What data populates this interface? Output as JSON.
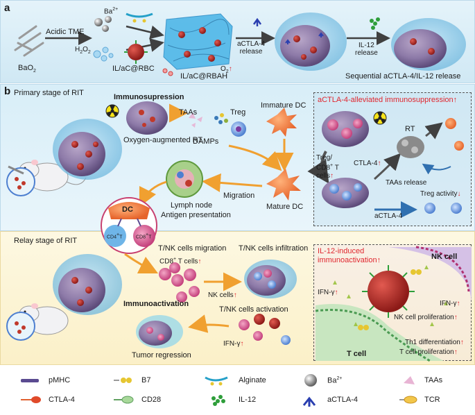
{
  "panel_a": {
    "label": "a",
    "bao2": "BaO",
    "bao2_sub": "2",
    "acidic_tme": "Acidic TME",
    "ba2": "Ba",
    "ba2_sup": "2+",
    "h2o2": "H",
    "h2o2_sub": "2",
    "h2o2_tail": "O",
    "h2o2_sub2": "2",
    "ilac_rbc": "IL/aC@RBC",
    "ilac_rbah": "IL/aC@RBAH",
    "o2": "O",
    "o2_sub": "2",
    "o2_arrow": "↑",
    "actla4_release_1": "aCTLA-4",
    "actla4_release_2": "release",
    "il12_release_1": "IL-12",
    "il12_release_2": "release",
    "sequential": "Sequential aCTLA-4/IL-12 release"
  },
  "panel_b": {
    "label": "b",
    "primary_stage": "Primary stage of RIT",
    "immunosupression": "Immunosupression",
    "taas": "TAAs",
    "treg": "Treg",
    "immature_dc": "Immature DC",
    "damps": "DAMPs",
    "oxygen_rt": "Oxygen-augmented RT",
    "migration": "Migration",
    "mature_dc": "Mature DC",
    "lymph_node": "Lymph node",
    "antigen_presentation": "Antigen presentation",
    "dc": "DC",
    "cd4t": "CD4",
    "cd8t": "CD8",
    "actla4_box_title": "aCTLA-4-alleviated immunosuppression",
    "actla4_box_arrow": "↑",
    "rt": "RT",
    "treg_cd8_1": "Treg/",
    "treg_cd8_2": "CD8",
    "treg_cd8_3": "T",
    "treg_cd8_4": "cells",
    "treg_cd8_arrow": "↑",
    "ctla4_label": "CTLA-4",
    "ctla4_arrow": "↑",
    "taas_release": "TAAs release",
    "treg_activity": "Treg activity",
    "treg_activity_arrow": "↓",
    "actla4_label": "aCTLA-4",
    "relay_stage": "Relay stage of RIT",
    "tnk_migration": "T/NK cells migration",
    "tnk_infiltration": "T/NK cells infiltration",
    "cd8_cells": "CD8",
    "cd8_cells_tail": " T cells",
    "cd8_cells_arrow": "↑",
    "nk_cells": "NK cells",
    "nk_cells_arrow": "↑",
    "immunoactivation": "Immunoactivation",
    "tnk_activation": "T/NK cells activation",
    "ifn_gamma": "IFN-γ",
    "ifn_gamma_arrow": "↑",
    "tumor_regression": "Tumor regression",
    "il12_box_title_1": "IL-12-induced",
    "il12_box_title_2": "immunoactivation",
    "il12_box_arrow": "↑",
    "nk_cell": "NK cell",
    "ifn_left": "IFN-γ",
    "ifn_left_arrow": "↑",
    "ifn_right": "IFN-γ",
    "ifn_right_arrow": "↑",
    "nk_proliferation": "NK cell proliferation",
    "nk_proliferation_arrow": "↑",
    "th1_diff": "Th1 differentiation",
    "th1_diff_arrow": "↑",
    "t_prolif": "T cell proliferation",
    "t_prolif_arrow": "↑",
    "t_cell": "T cell"
  },
  "legend": {
    "pmhc": "pMHC",
    "b7": "B7",
    "alginate": "Alginate",
    "ba2": "Ba",
    "ba2_sup": "2+",
    "taas": "TAAs",
    "ctla4": "CTLA-4",
    "cd28": "CD28",
    "il12": "IL-12",
    "actla4": "aCTLA-4",
    "tcr": "TCR"
  },
  "colors": {
    "panel_a_bg": "#dbeef8",
    "panel_b_top_bg": "#d4ecf7",
    "panel_b_bottom_bg": "#fdf6d8",
    "accent_red": "#e0262e",
    "arrow_orange": "#f0a030",
    "arrow_dark": "#404040",
    "antibody_blue": "#2a3fb0",
    "il12_green": "#2e9e3a"
  }
}
